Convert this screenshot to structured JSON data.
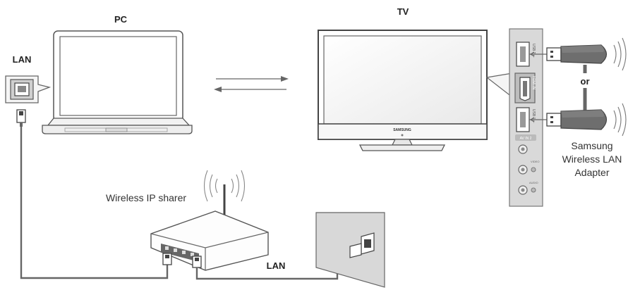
{
  "labels": {
    "pc": "PC",
    "tv": "TV",
    "lan_pc": "LAN",
    "lan_bottom": "LAN",
    "router": "Wireless IP sharer",
    "or": "or",
    "adapter_line1": "Samsung",
    "adapter_line2": "Wireless LAN",
    "adapter_line3": "Adapter",
    "tv_brand": "SAMSUNG"
  },
  "tv_panel": {
    "usb2_label": "USB 2 ⇠",
    "hdmi_label": "HDMI IN",
    "usb1_label": "USB 1 ⇠",
    "av_in_label": "AV IN 2",
    "video_label": "VIDEO",
    "audio_label": "AUDIO"
  },
  "colors": {
    "line": "#555555",
    "panel": "#d9d9d9",
    "dongle": "#6e6e6e",
    "wall": "#d8d8d8"
  }
}
